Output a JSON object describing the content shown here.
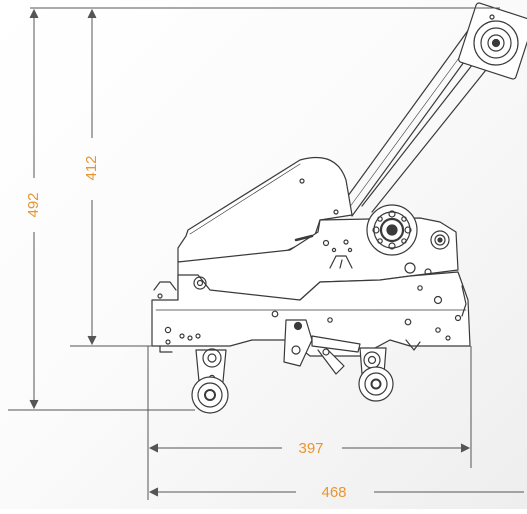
{
  "dimensions": {
    "overall_height": "492",
    "body_height": "412",
    "body_width": "397",
    "overall_width": "468"
  },
  "colors": {
    "dimension_text": "#e8952f",
    "dimension_line": "#555555",
    "machine_stroke": "#3a3a3a",
    "background": "#fbfbfb"
  }
}
